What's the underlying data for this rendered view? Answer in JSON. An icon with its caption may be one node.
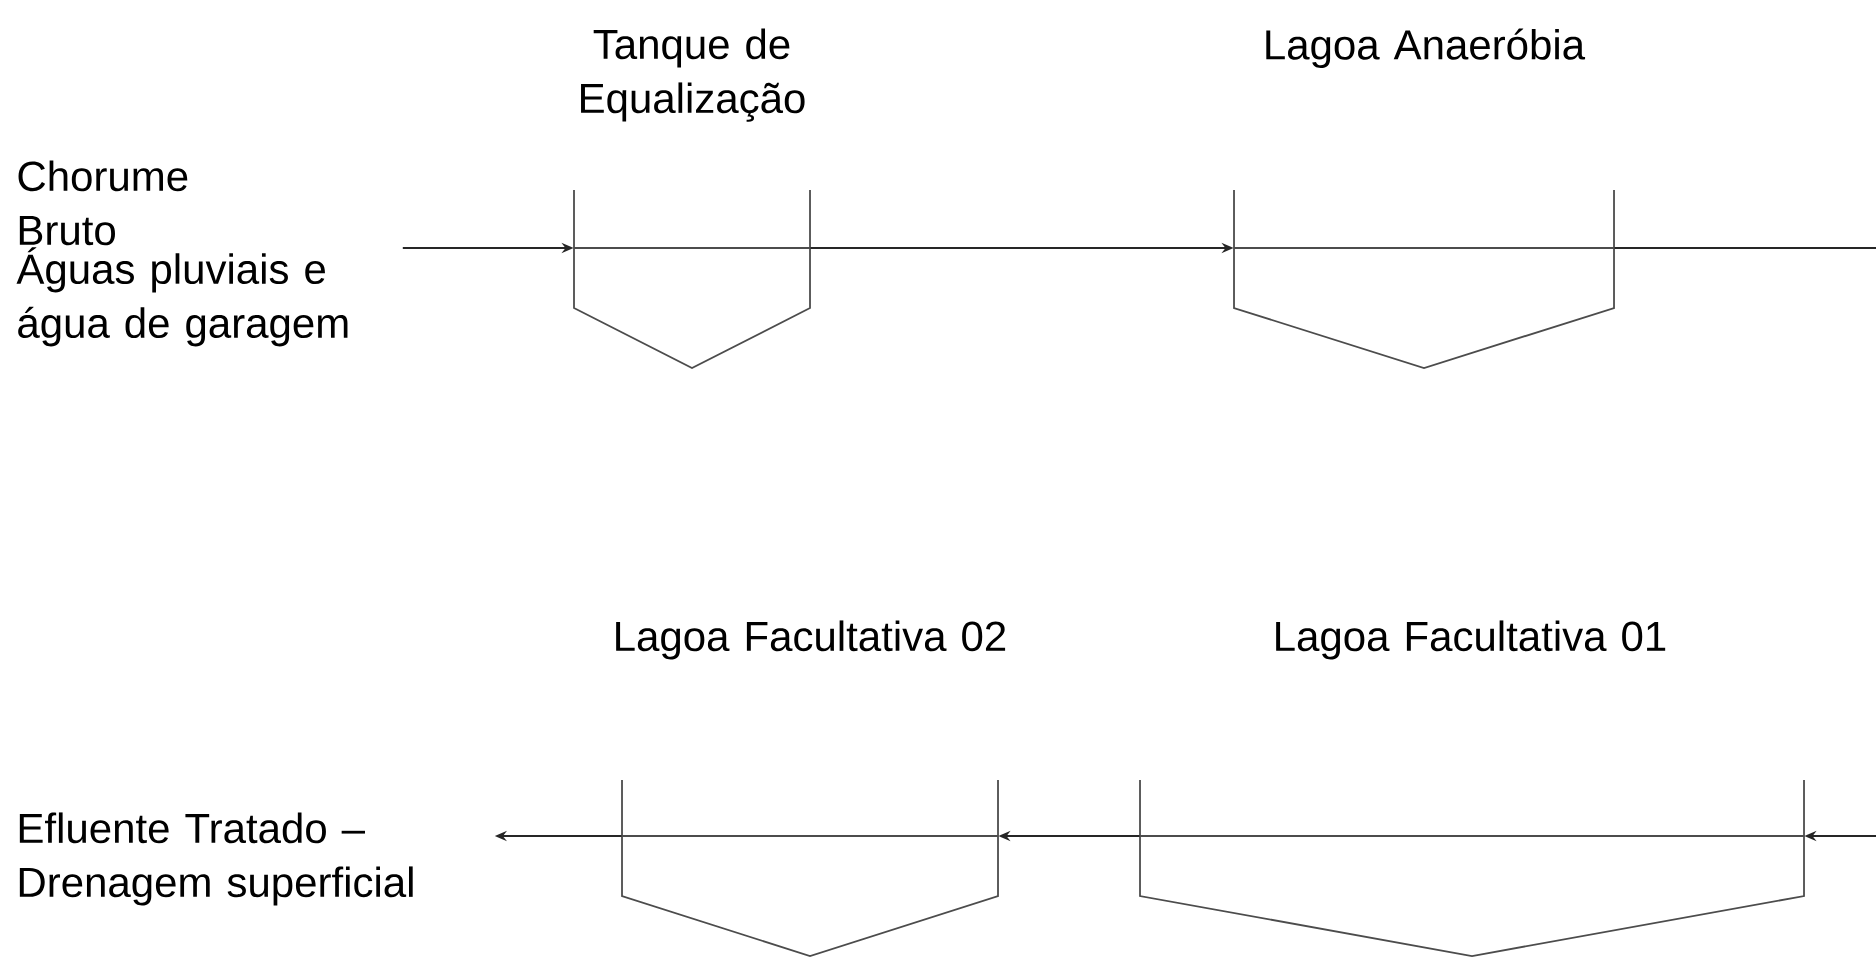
{
  "diagram": {
    "nodes": [
      {
        "text": [
          "Chorume Bruto",
          "Águas pluviais e água de garagem"
        ]
      },
      {
        "text": [
          "Tanque de Equalização"
        ]
      },
      {
        "text": [
          "Lagoa Anaeróbia"
        ]
      },
      {
        "text": [
          "Lagoa Facultativa 01"
        ]
      },
      {
        "text": [
          "Lagoa Facultativa 02"
        ]
      },
      {
        "text": [
          "Efluente Tratado – Drenagem superficial"
        ]
      }
    ],
    "edges": [
      {
        "from": 0,
        "to": 1,
        "arrow": "to"
      },
      {
        "from": 1,
        "to": 2,
        "arrow": "to"
      },
      {
        "from": 2,
        "to": null,
        "arrow": "none"
      },
      {
        "from": null,
        "to": 3,
        "arrow": "to"
      },
      {
        "from": 3,
        "to": 4,
        "arrow": "to"
      },
      {
        "from": 4,
        "to": 5,
        "arrow": "to"
      }
    ]
  }
}
